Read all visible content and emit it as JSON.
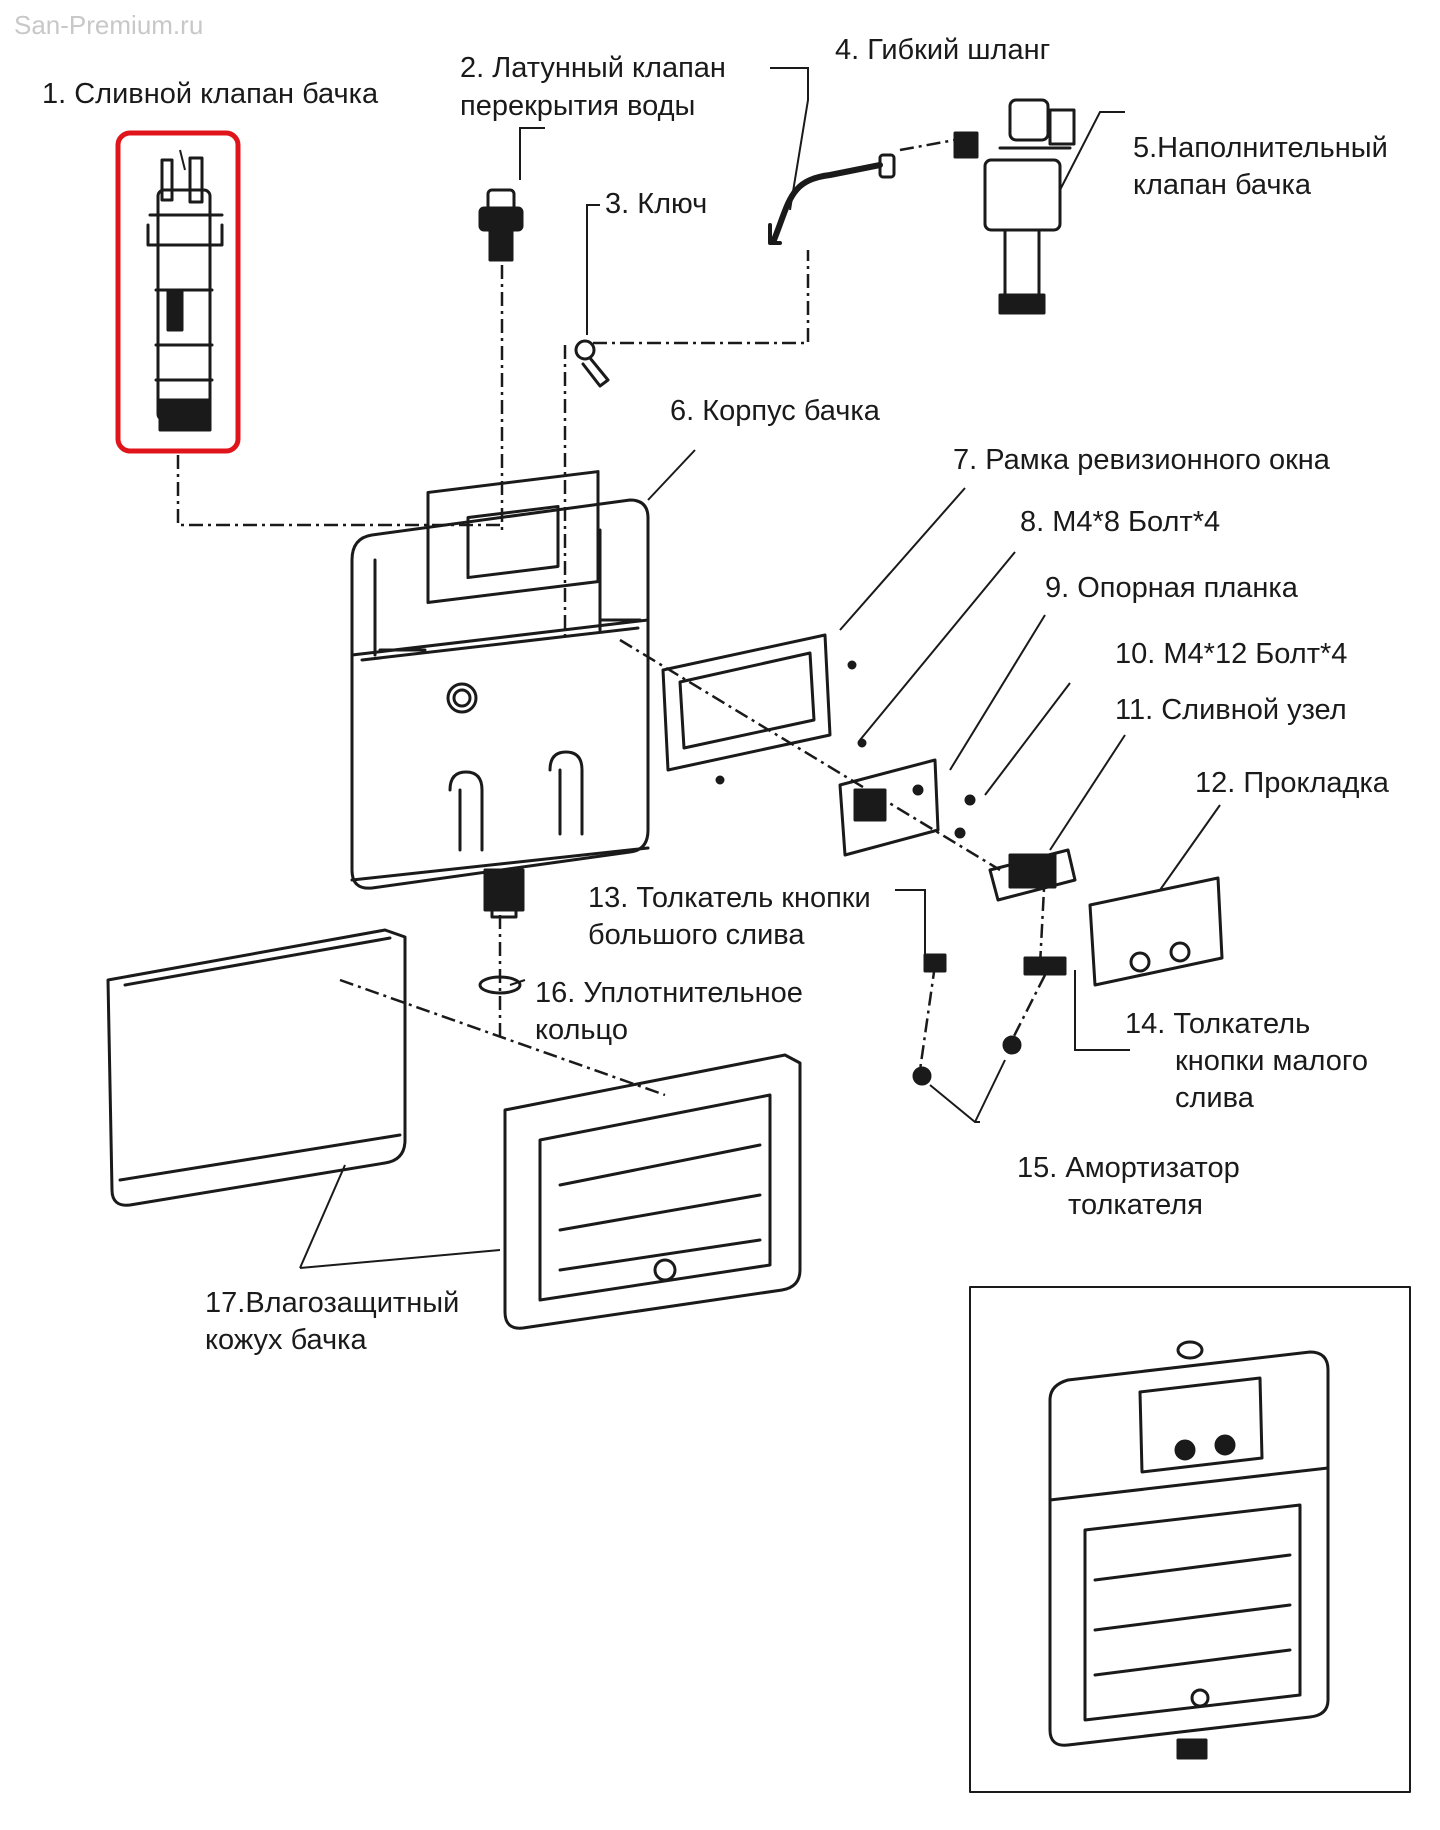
{
  "watermark": "San-Premium.ru",
  "labels": {
    "p1": "1. Сливной клапан бачка",
    "p2a": "2. Латунный клапан",
    "p2b": "перекрытия воды",
    "p3": "3. Ключ",
    "p4": "4. Гибкий шланг",
    "p5a": "5.Наполнительный",
    "p5b": "клапан бачка",
    "p6": "6. Корпус бачка",
    "p7": "7. Рамка ревизионного окна",
    "p8": "8. М4*8 Болт*4",
    "p9": "9. Опорная планка",
    "p10": "10. М4*12 Болт*4",
    "p11": "11. Сливной узел",
    "p12": "12. Прокладка",
    "p13a": "13. Толкатель кнопки",
    "p13b": "большого слива",
    "p14a": "14. Толкатель",
    "p14b": "кнопки малого",
    "p14c": "слива",
    "p15a": "15. Амортизатор",
    "p15b": "толкателя",
    "p16a": "16. Уплотнительное",
    "p16b": "кольцо",
    "p17a": "17.Влагозащитный",
    "p17b": "кожух бачка"
  },
  "highlight_color": "#e0141b"
}
